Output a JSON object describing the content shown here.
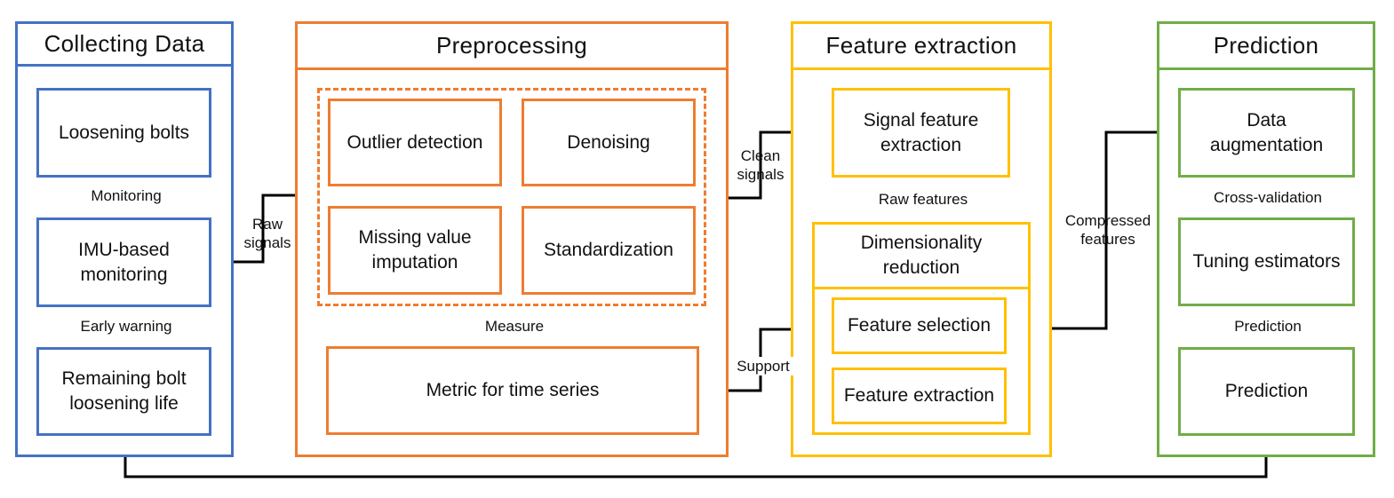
{
  "colors": {
    "collecting": "#4472C4",
    "preprocessing": "#ED7D31",
    "feature": "#FFC000",
    "prediction": "#70AD47",
    "connector": "#000000"
  },
  "panels": {
    "collecting": {
      "title": "Collecting Data",
      "boxes": {
        "loosening": "Loosening bolts",
        "imu": "IMU-based\nmonitoring",
        "remaining": "Remaining bolt\nloosening life"
      },
      "labels": {
        "monitoring": "Monitoring",
        "early_warning": "Early warning"
      }
    },
    "preprocessing": {
      "title": "Preprocessing",
      "boxes": {
        "outlier": "Outlier detection",
        "denoising": "Denoising",
        "missing": "Missing value\nimputation",
        "standardization": "Standardization",
        "metric": "Metric for time series"
      },
      "labels": {
        "measure": "Measure"
      }
    },
    "feature": {
      "title": "Feature extraction",
      "boxes": {
        "signal": "Signal feature\nextraction",
        "dimred": "Dimensionality\nreduction",
        "selection": "Feature selection",
        "extraction": "Feature extraction"
      },
      "labels": {
        "raw_features": "Raw features"
      }
    },
    "prediction": {
      "title": "Prediction",
      "boxes": {
        "augmentation": "Data\naugmentation",
        "tuning": "Tuning estimators",
        "prediction": "Prediction"
      },
      "labels": {
        "cross_validation": "Cross-validation",
        "prediction": "Prediction"
      }
    }
  },
  "connectors": {
    "raw_signals": "Raw\nsignals",
    "clean_signals": "Clean\nsignals",
    "support": "Support",
    "compressed_features": "Compressed\nfeatures"
  }
}
